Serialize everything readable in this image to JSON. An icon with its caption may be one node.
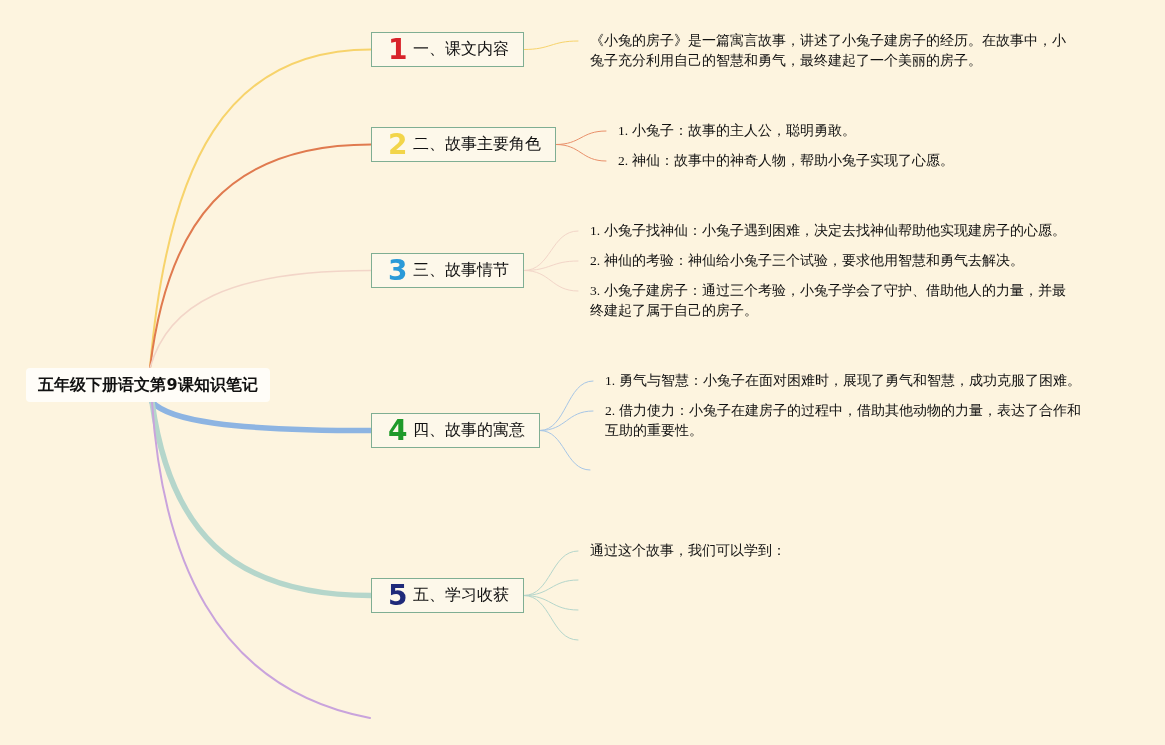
{
  "diagram": {
    "nodes": [
      {
        "text": [
          "五年级下册语文第9课知识笔记"
        ]
      },
      {
        "text": [
          "1",
          "一、课文内容"
        ]
      },
      {
        "text": [
          "《小兔的房子》是一篇寓言故事，讲述了小兔子建房子的经历。在故事中，小兔子充分利用自己的智慧和勇气，最终建起了一个美丽的房子。"
        ]
      },
      {
        "text": [
          "2",
          "二、故事主要角色"
        ]
      },
      {
        "text": [
          "1. 小兔子：故事的主人公，聪明勇敢。"
        ]
      },
      {
        "text": [
          "2. 神仙：故事中的神奇人物，帮助小兔子实现了心愿。"
        ]
      },
      {
        "text": [
          "3",
          "三、故事情节"
        ]
      },
      {
        "text": [
          "1. 小兔子找神仙：小兔子遇到困难，决定去找神仙帮助他实现建房子的心愿。"
        ]
      },
      {
        "text": [
          "2. 神仙的考验：神仙给小兔子三个试验，要求他用智慧和勇气去解决。"
        ]
      },
      {
        "text": [
          "3. 小兔子建房子：通过三个考验，小兔子学会了守护、借助他人的力量，并最终建起了属于自己的房子。"
        ]
      },
      {
        "text": [
          "4",
          "四、故事的寓意"
        ]
      },
      {
        "text": [
          "1. 勇气与智慧：小兔子在面对困难时，展现了勇气和智慧，成功克服了困难。"
        ]
      },
      {
        "text": [
          "2. 借力使力：小兔子在建房子的过程中，借助其他动物的力量，表达了合作和互助的重要性。"
        ]
      },
      {
        "text": [
          "5",
          "五、学习收获"
        ]
      },
      {
        "text": [
          "通过这个故事，我们可以学到："
        ]
      }
    ],
    "edges": [
      {
        "from": 0,
        "to": 1,
        "arrow": "none",
        "color": "#f7d36b"
      },
      {
        "from": 0,
        "to": 3,
        "arrow": "none",
        "color": "#e07a4f"
      },
      {
        "from": 0,
        "to": 6,
        "arrow": "none",
        "color": "#f2d5c8"
      },
      {
        "from": 0,
        "to": 10,
        "arrow": "none",
        "color": "#8db4e2",
        "style": "thick"
      },
      {
        "from": 0,
        "to": 13,
        "arrow": "none",
        "color": "#b5d6cb",
        "style": "thick"
      },
      {
        "from": 0,
        "to": null,
        "arrow": "none",
        "color": "#c9a3dc"
      },
      {
        "from": 1,
        "to": 2,
        "arrow": "none",
        "color": "#f7d36b"
      },
      {
        "from": 3,
        "to": 4,
        "arrow": "none",
        "color": "#e9906a"
      },
      {
        "from": 3,
        "to": 5,
        "arrow": "none",
        "color": "#e9906a"
      },
      {
        "from": 6,
        "to": 7,
        "arrow": "none",
        "color": "#f2d5c8"
      },
      {
        "from": 6,
        "to": 8,
        "arrow": "none",
        "color": "#f2d5c8"
      },
      {
        "from": 6,
        "to": 9,
        "arrow": "none",
        "color": "#f2d5c8"
      },
      {
        "from": 10,
        "to": 11,
        "arrow": "none",
        "color": "#a7c6e6"
      },
      {
        "from": 10,
        "to": 12,
        "arrow": "none",
        "color": "#a7c6e6"
      },
      {
        "from": 10,
        "to": null,
        "arrow": "none",
        "color": "#a7c6e6"
      },
      {
        "from": 13,
        "to": 14,
        "arrow": "none",
        "color": "#b5d6cb"
      },
      {
        "from": 13,
        "to": null,
        "arrow": "none",
        "color": "#b5d6cb"
      },
      {
        "from": 13,
        "to": null,
        "arrow": "none",
        "color": "#b5d6cb"
      },
      {
        "from": 13,
        "to": null,
        "arrow": "none",
        "color": "#b5d6cb"
      }
    ]
  }
}
